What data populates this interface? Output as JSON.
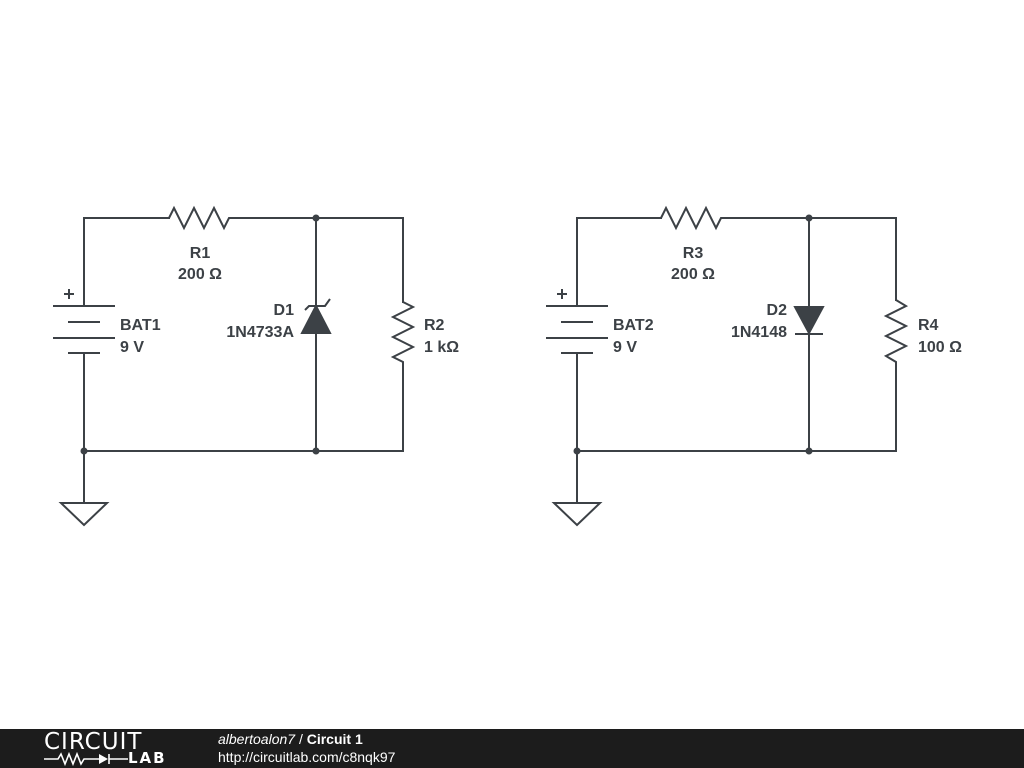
{
  "circuit_left": {
    "r1": {
      "ref": "R1",
      "value": "200 Ω"
    },
    "bat1": {
      "ref": "BAT1",
      "value": "9 V",
      "polarity": "+"
    },
    "d1": {
      "ref": "D1",
      "value": "1N4733A",
      "kind": "zener-diode"
    },
    "r2": {
      "ref": "R2",
      "value": "1 kΩ"
    }
  },
  "circuit_right": {
    "r3": {
      "ref": "R3",
      "value": "200 Ω"
    },
    "bat2": {
      "ref": "BAT2",
      "value": "9 V",
      "polarity": "+"
    },
    "d2": {
      "ref": "D2",
      "value": "1N4148",
      "kind": "diode"
    },
    "r4": {
      "ref": "R4",
      "value": "100 Ω"
    }
  },
  "footer": {
    "logo_top": "CIRCUIT",
    "logo_bottom": "LAB",
    "author": "albertoalon7",
    "separator": " / ",
    "title": "Circuit 1",
    "url": "http://circuitlab.com/c8nqk97"
  },
  "colors": {
    "ink": "#3c4146",
    "footer_bg": "#1c1c1c",
    "footer_text": "#ffffff"
  }
}
